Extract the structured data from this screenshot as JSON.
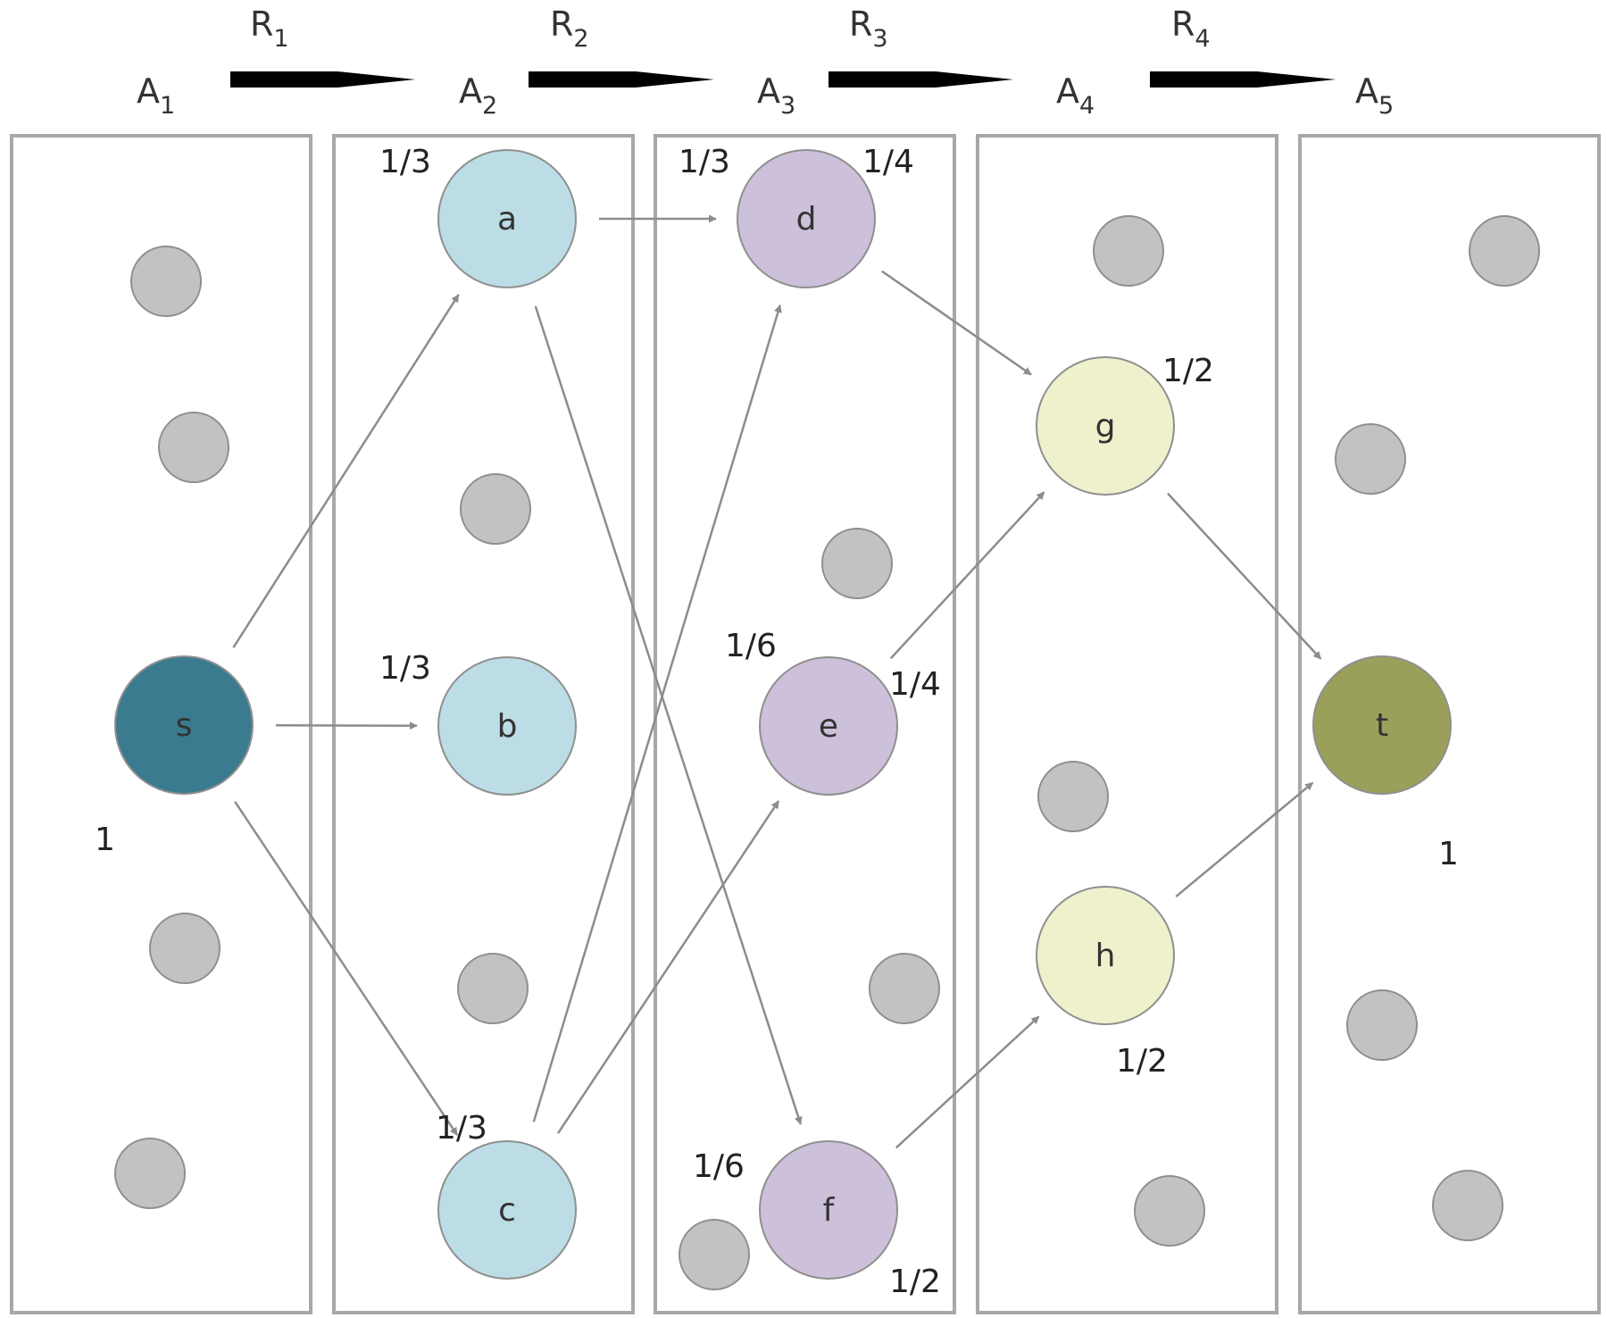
{
  "relations": [
    {
      "label": "R",
      "sub": "1"
    },
    {
      "label": "R",
      "sub": "2"
    },
    {
      "label": "R",
      "sub": "3"
    },
    {
      "label": "R",
      "sub": "4"
    }
  ],
  "sets": [
    {
      "label": "A",
      "sub": "1"
    },
    {
      "label": "A",
      "sub": "2"
    },
    {
      "label": "A",
      "sub": "3"
    },
    {
      "label": "A",
      "sub": "4"
    },
    {
      "label": "A",
      "sub": "5"
    }
  ],
  "nodes": [
    {
      "id": "s",
      "label": "s",
      "color": "#3a7b8f"
    },
    {
      "id": "a",
      "label": "a",
      "color": "#bcdde6"
    },
    {
      "id": "b",
      "label": "b",
      "color": "#bcdde6"
    },
    {
      "id": "c",
      "label": "c",
      "color": "#bcdde6"
    },
    {
      "id": "d",
      "label": "d",
      "color": "#cdc0da"
    },
    {
      "id": "e",
      "label": "e",
      "color": "#cdc0da"
    },
    {
      "id": "f",
      "label": "f",
      "color": "#cdc0da"
    },
    {
      "id": "g",
      "label": "g",
      "color": "#eef1cc"
    },
    {
      "id": "h",
      "label": "h",
      "color": "#eef1cc"
    },
    {
      "id": "t",
      "label": "t",
      "color": "#9aa05a"
    }
  ],
  "edges": [
    {
      "from": "s",
      "to": "a"
    },
    {
      "from": "s",
      "to": "b"
    },
    {
      "from": "s",
      "to": "c"
    },
    {
      "from": "a",
      "to": "d"
    },
    {
      "from": "a",
      "to": "f"
    },
    {
      "from": "c",
      "to": "d"
    },
    {
      "from": "c",
      "to": "e"
    },
    {
      "from": "d",
      "to": "g"
    },
    {
      "from": "e",
      "to": "g"
    },
    {
      "from": "f",
      "to": "h"
    },
    {
      "from": "g",
      "to": "t"
    },
    {
      "from": "h",
      "to": "t"
    }
  ],
  "probabilities": [
    "1",
    "1/3",
    "1/3",
    "1/3",
    "1/3",
    "1/4",
    "1/6",
    "1/4",
    "1/6",
    "1/2",
    "1/2",
    "1/2",
    "1"
  ],
  "colors": {
    "gray_node": "#c2c2c2",
    "box_border": "#a8a8a8",
    "edge": "#8c8c8c",
    "relation_arrow": "#000000"
  }
}
